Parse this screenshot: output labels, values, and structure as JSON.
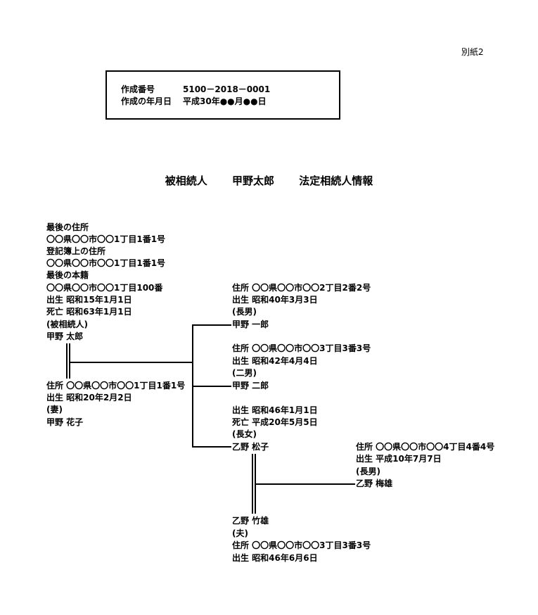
{
  "attachment": "別紙2",
  "id_box": {
    "number_label": "作成番号",
    "number_value": "5100－2018－0001",
    "date_label": "作成の年月日",
    "date_value": "平成30年●●月●●日"
  },
  "title": {
    "part1": "被相続人",
    "part2": "甲野太郎",
    "part3": "法定相続人情報"
  },
  "decedent": {
    "last_address_label": "最後の住所",
    "last_address": "〇〇県〇〇市〇〇1丁目1番1号",
    "registry_address_label": "登記簿上の住所",
    "registry_address": "〇〇県〇〇市〇〇1丁目1番1号",
    "last_domicile_label": "最後の本籍",
    "last_domicile": "〇〇県〇〇市〇〇1丁目100番",
    "birth": "出生 昭和15年1月1日",
    "death": "死亡 昭和63年1月1日",
    "relation": "(被相続人)",
    "name": "甲野 太郎"
  },
  "wife": {
    "address": "住所 〇〇県〇〇市〇〇1丁目1番1号",
    "birth": "出生 昭和20年2月2日",
    "relation": "(妻)",
    "name": "甲野 花子"
  },
  "son1": {
    "address": "住所 〇〇県〇〇市〇〇2丁目2番2号",
    "birth": "出生 昭和40年3月3日",
    "relation": "(長男)",
    "name": "甲野 一郎"
  },
  "son2": {
    "address": "住所 〇〇県〇〇市〇〇3丁目3番3号",
    "birth": "出生 昭和42年4月4日",
    "relation": "(二男)",
    "name": "甲野 二郎"
  },
  "daughter": {
    "birth": "出生 昭和46年1月1日",
    "death": "死亡 平成20年5月5日",
    "relation": "(長女)",
    "name": "乙野 松子"
  },
  "grandson": {
    "address": "住所 〇〇県〇〇市〇〇4丁目4番4号",
    "birth": "出生 平成10年7月7日",
    "relation": "(長男)",
    "name": "乙野 梅雄"
  },
  "husband": {
    "name": "乙野 竹雄",
    "relation": "(夫)",
    "address": "住所 〇〇県〇〇市〇〇3丁目3番3号",
    "birth": "出生 昭和46年6月6日"
  }
}
